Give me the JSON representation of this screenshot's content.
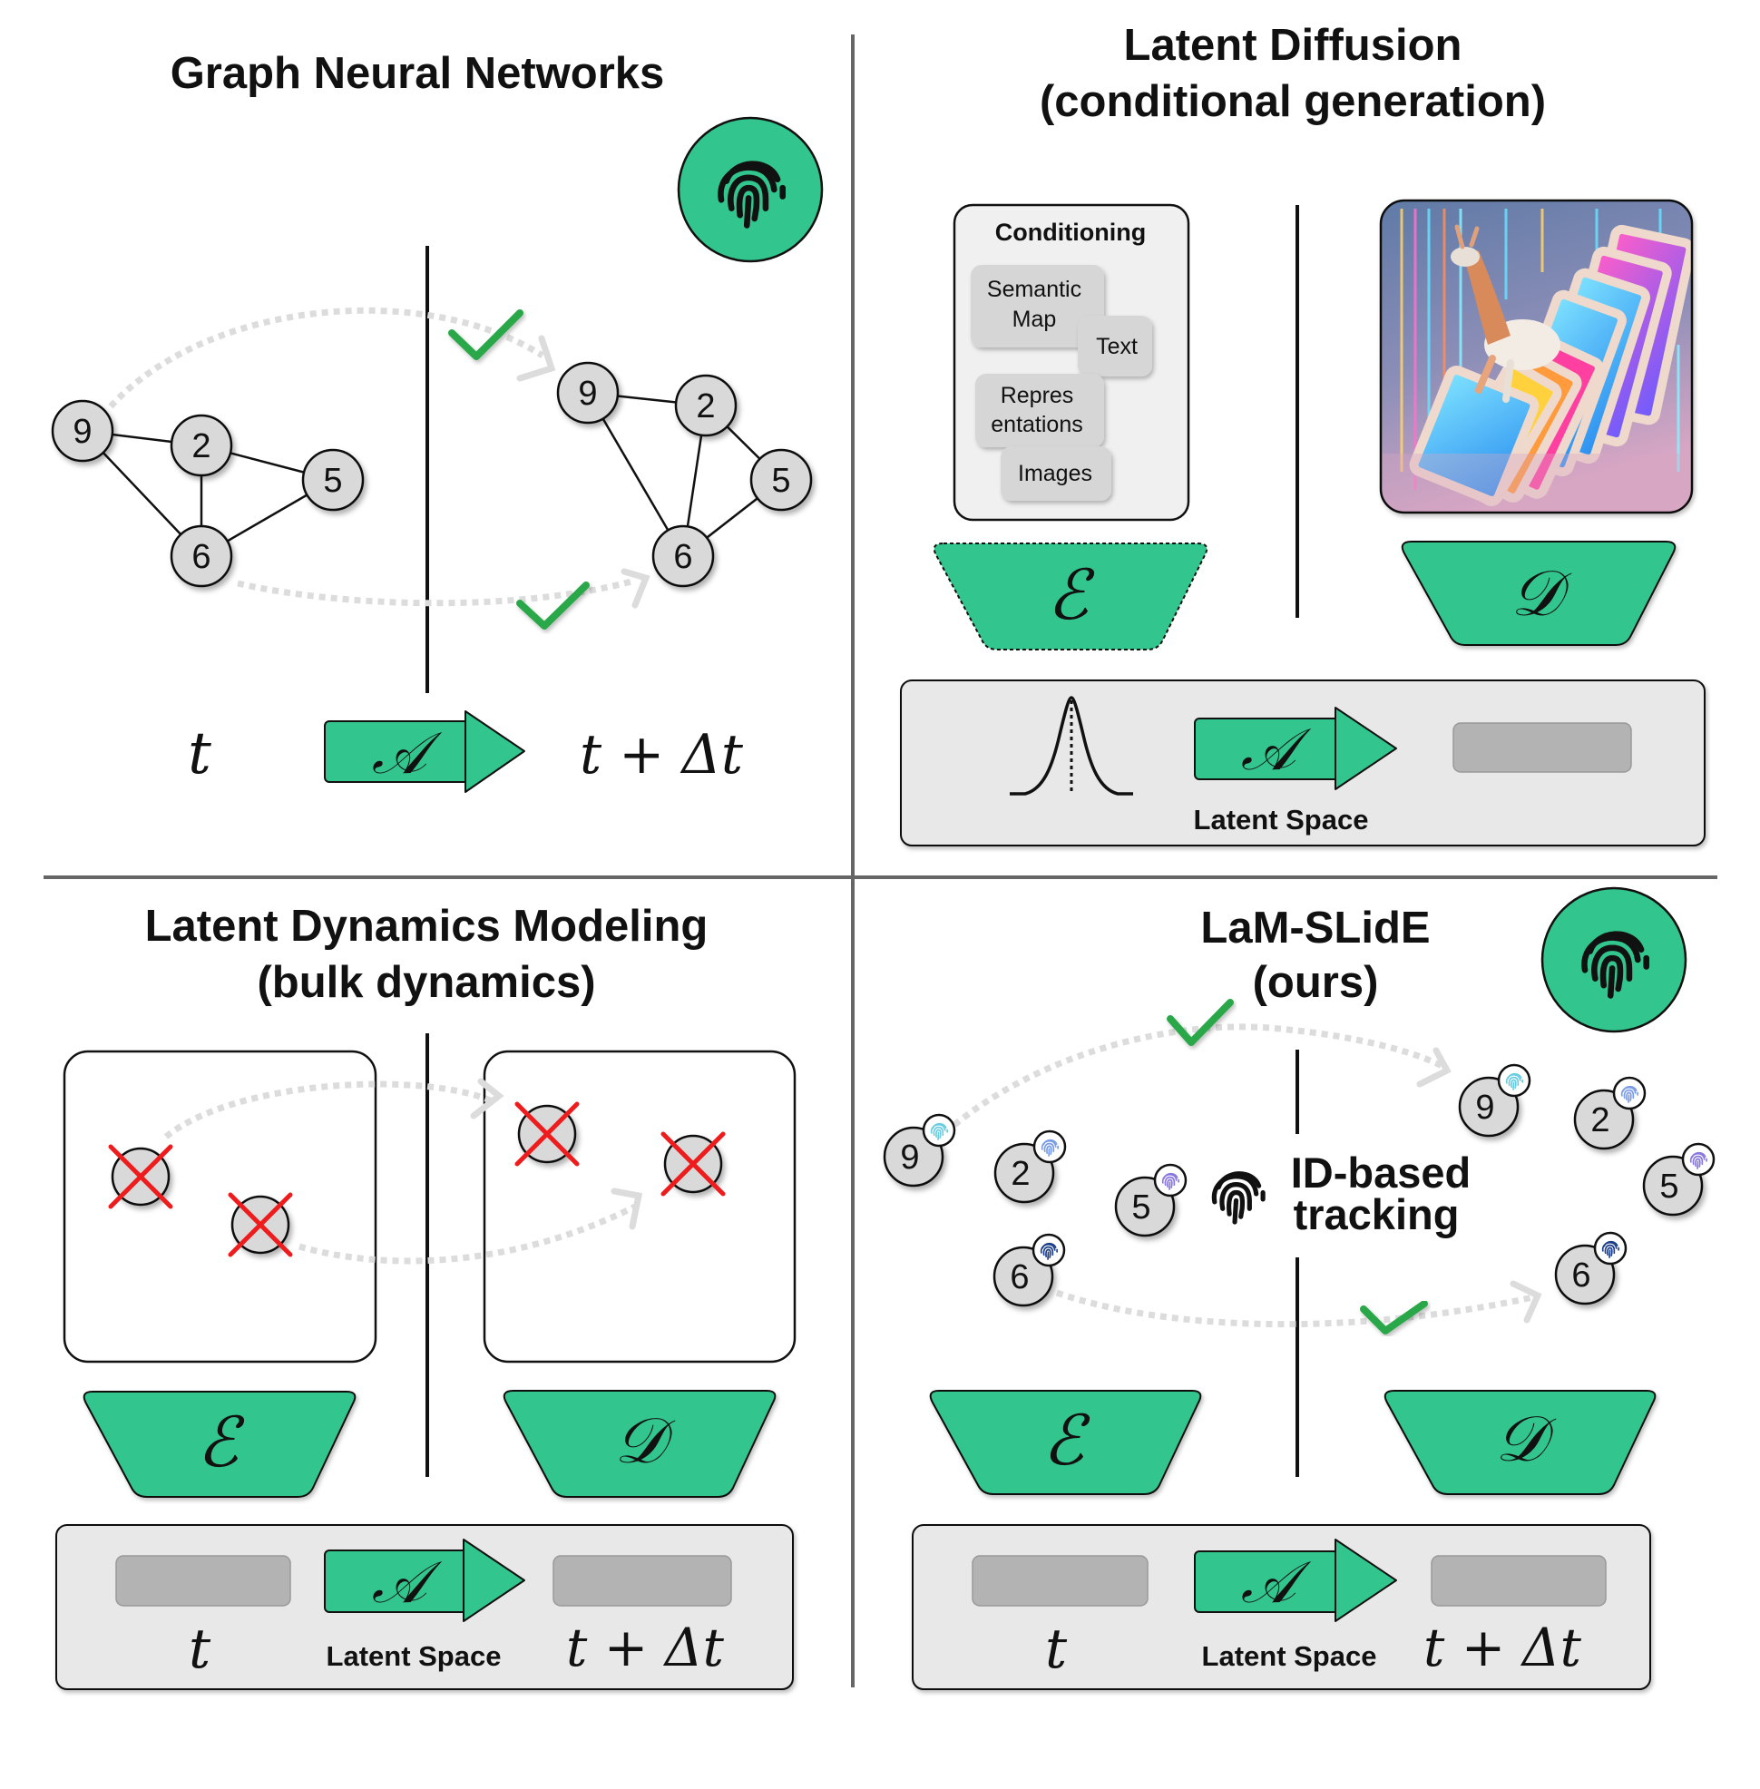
{
  "figure": {
    "panels": {
      "gnn": {
        "title": "Graph Neural Networks",
        "time_start": "t",
        "time_end": "t + Δt",
        "operator": "𝒜",
        "identity_icon": "fingerprint-icon",
        "graph_t": {
          "nodes": [
            "9",
            "2",
            "5",
            "6"
          ],
          "edges": [
            [
              "9",
              "2"
            ],
            [
              "9",
              "6"
            ],
            [
              "2",
              "5"
            ],
            [
              "2",
              "6"
            ],
            [
              "6",
              "5"
            ]
          ]
        },
        "graph_t_dt": {
          "nodes": [
            "9",
            "2",
            "5",
            "6"
          ],
          "edges": [
            [
              "9",
              "2"
            ],
            [
              "9",
              "6"
            ],
            [
              "2",
              "5"
            ],
            [
              "2",
              "6"
            ],
            [
              "6",
              "5"
            ]
          ]
        },
        "correspondences": [
          {
            "from": "9",
            "to": "9",
            "status": "check"
          },
          {
            "from": "6",
            "to": "6",
            "status": "check"
          }
        ]
      },
      "latent_diffusion": {
        "title_line1": "Latent Diffusion",
        "title_line2": "(conditional generation)",
        "conditioning": {
          "title": "Conditioning",
          "chips": [
            "Semantic Map",
            "Text",
            "Representations",
            "Images"
          ],
          "chip_lines": {
            "semantic": [
              "Semantic",
              "Map"
            ],
            "text": [
              "Text"
            ],
            "representations": [
              "Repres",
              "entations"
            ],
            "images": [
              "Images"
            ]
          }
        },
        "encoder_symbol": "ℰ",
        "decoder_symbol": "𝒟",
        "operator": "𝒜",
        "latent_label": "Latent Space",
        "prior_icon": "gaussian-curve-icon",
        "generated_image": "llama-generated-image"
      },
      "latent_dynamics": {
        "title_line1": "Latent Dynamics Modeling",
        "title_line2": "(bulk dynamics)",
        "encoder_symbol": "ℰ",
        "decoder_symbol": "𝒟",
        "operator": "𝒜",
        "latent_label": "Latent Space",
        "time_start": "t",
        "time_end": "t + Δt",
        "correspondences": [
          {
            "status": "cross"
          },
          {
            "status": "cross"
          }
        ]
      },
      "lam_slide": {
        "title_line1": "LaM-SLidE",
        "title_line2": "(ours)",
        "tracking_line1": "ID-based",
        "tracking_line2": "tracking",
        "identity_icon": "fingerprint-icon",
        "nodes_t": [
          "9",
          "2",
          "5",
          "6"
        ],
        "nodes_t_dt": [
          "9",
          "2",
          "5",
          "6"
        ],
        "id_colors": {
          "9": "#6ccde0",
          "2": "#7b9de8",
          "5": "#8a78e0",
          "6": "#1d3f8a"
        },
        "correspondences": [
          {
            "from": "9",
            "to": "9",
            "status": "check"
          },
          {
            "from": "6",
            "to": "6",
            "status": "check"
          }
        ],
        "encoder_symbol": "ℰ",
        "decoder_symbol": "𝒟",
        "operator": "𝒜",
        "latent_label": "Latent Space",
        "time_start": "t",
        "time_end": "t + Δt"
      }
    },
    "colors": {
      "accent_green": "#33c58e",
      "check_green": "#2aa84a",
      "cross_red": "#ee1c1c",
      "node_fill": "#d9d9d9",
      "latent_box_fill": "#e8e8e8",
      "latent_block": "#b3b3b3",
      "divider_gray": "#666666",
      "arrow_dashed": "#dddddd"
    }
  }
}
